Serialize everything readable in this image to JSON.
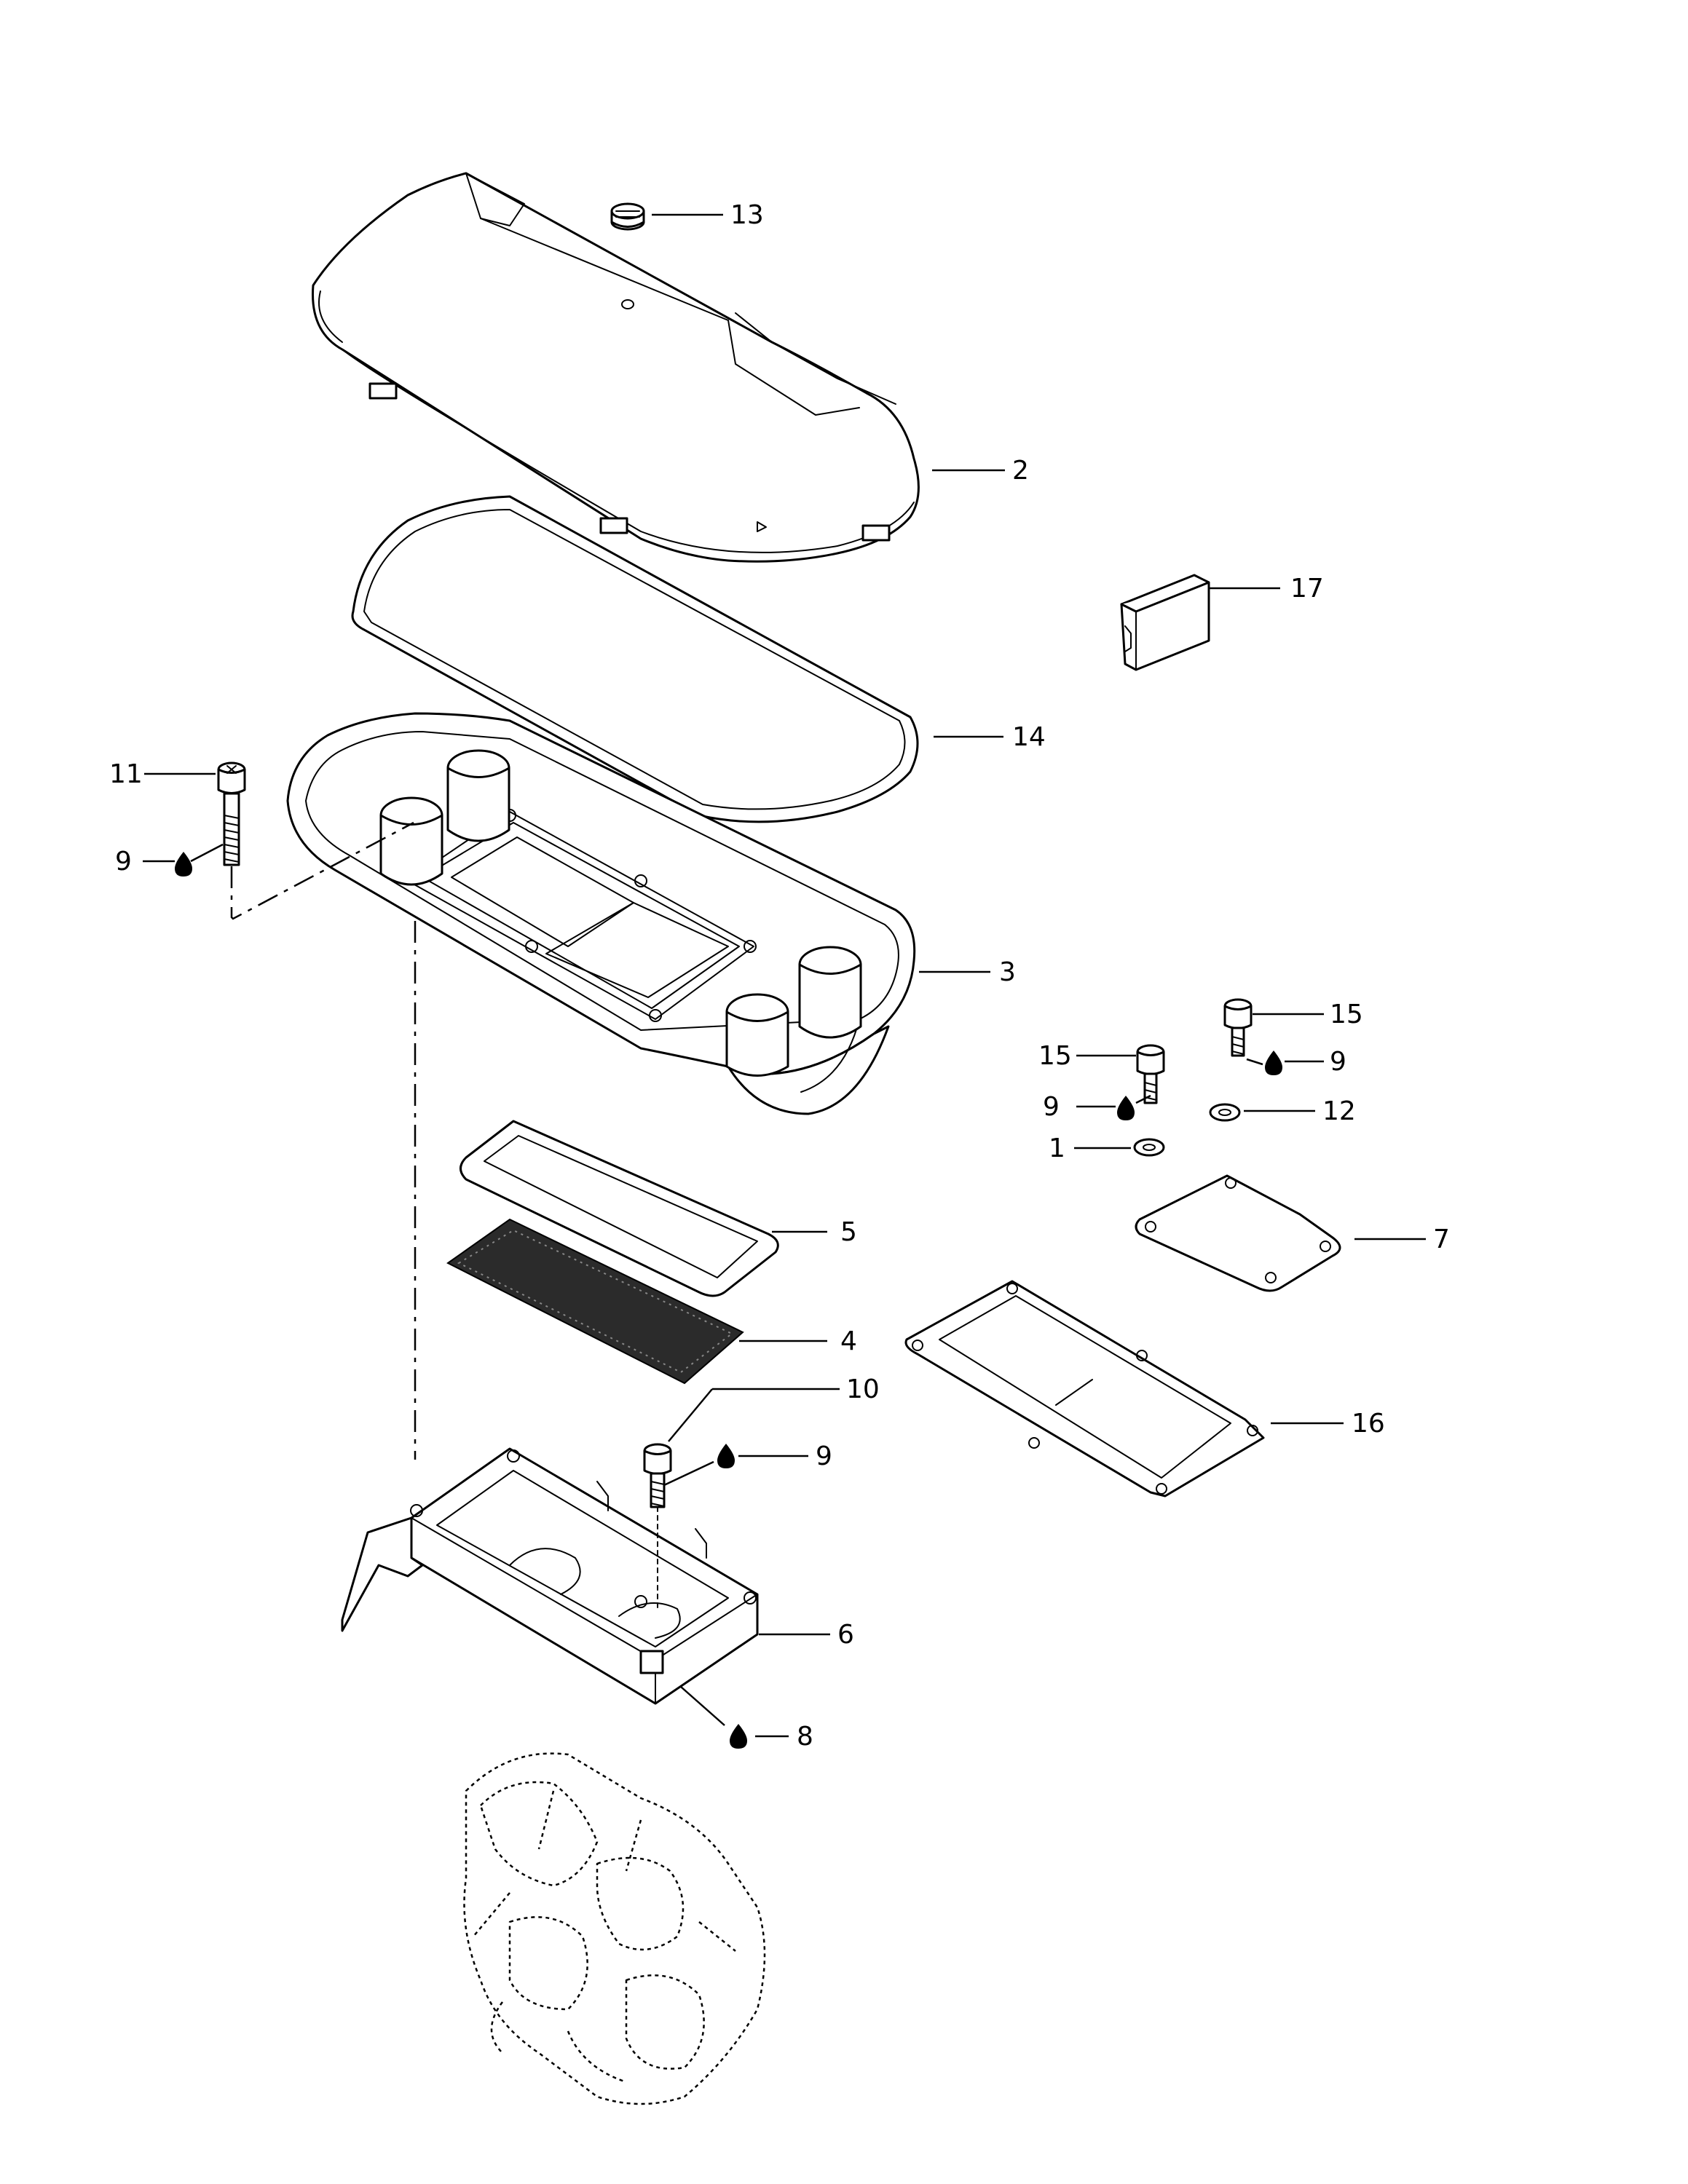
{
  "callouts": [
    {
      "id": "c13",
      "label": "13"
    },
    {
      "id": "c2",
      "label": "2"
    },
    {
      "id": "c17",
      "label": "17"
    },
    {
      "id": "c14",
      "label": "14"
    },
    {
      "id": "c11",
      "label": "11"
    },
    {
      "id": "c9a",
      "label": "9"
    },
    {
      "id": "c3",
      "label": "3"
    },
    {
      "id": "c15a",
      "label": "15"
    },
    {
      "id": "c9b",
      "label": "9"
    },
    {
      "id": "c15b",
      "label": "15"
    },
    {
      "id": "c9c",
      "label": "9"
    },
    {
      "id": "c12",
      "label": "12"
    },
    {
      "id": "c1",
      "label": "1"
    },
    {
      "id": "c5",
      "label": "5"
    },
    {
      "id": "c7",
      "label": "7"
    },
    {
      "id": "c4",
      "label": "4"
    },
    {
      "id": "c16",
      "label": "16"
    },
    {
      "id": "c10",
      "label": "10"
    },
    {
      "id": "c9d",
      "label": "9"
    },
    {
      "id": "c6",
      "label": "6"
    },
    {
      "id": "c8",
      "label": "8"
    }
  ],
  "icons": {
    "lubricant": "oil-drop-icon"
  }
}
